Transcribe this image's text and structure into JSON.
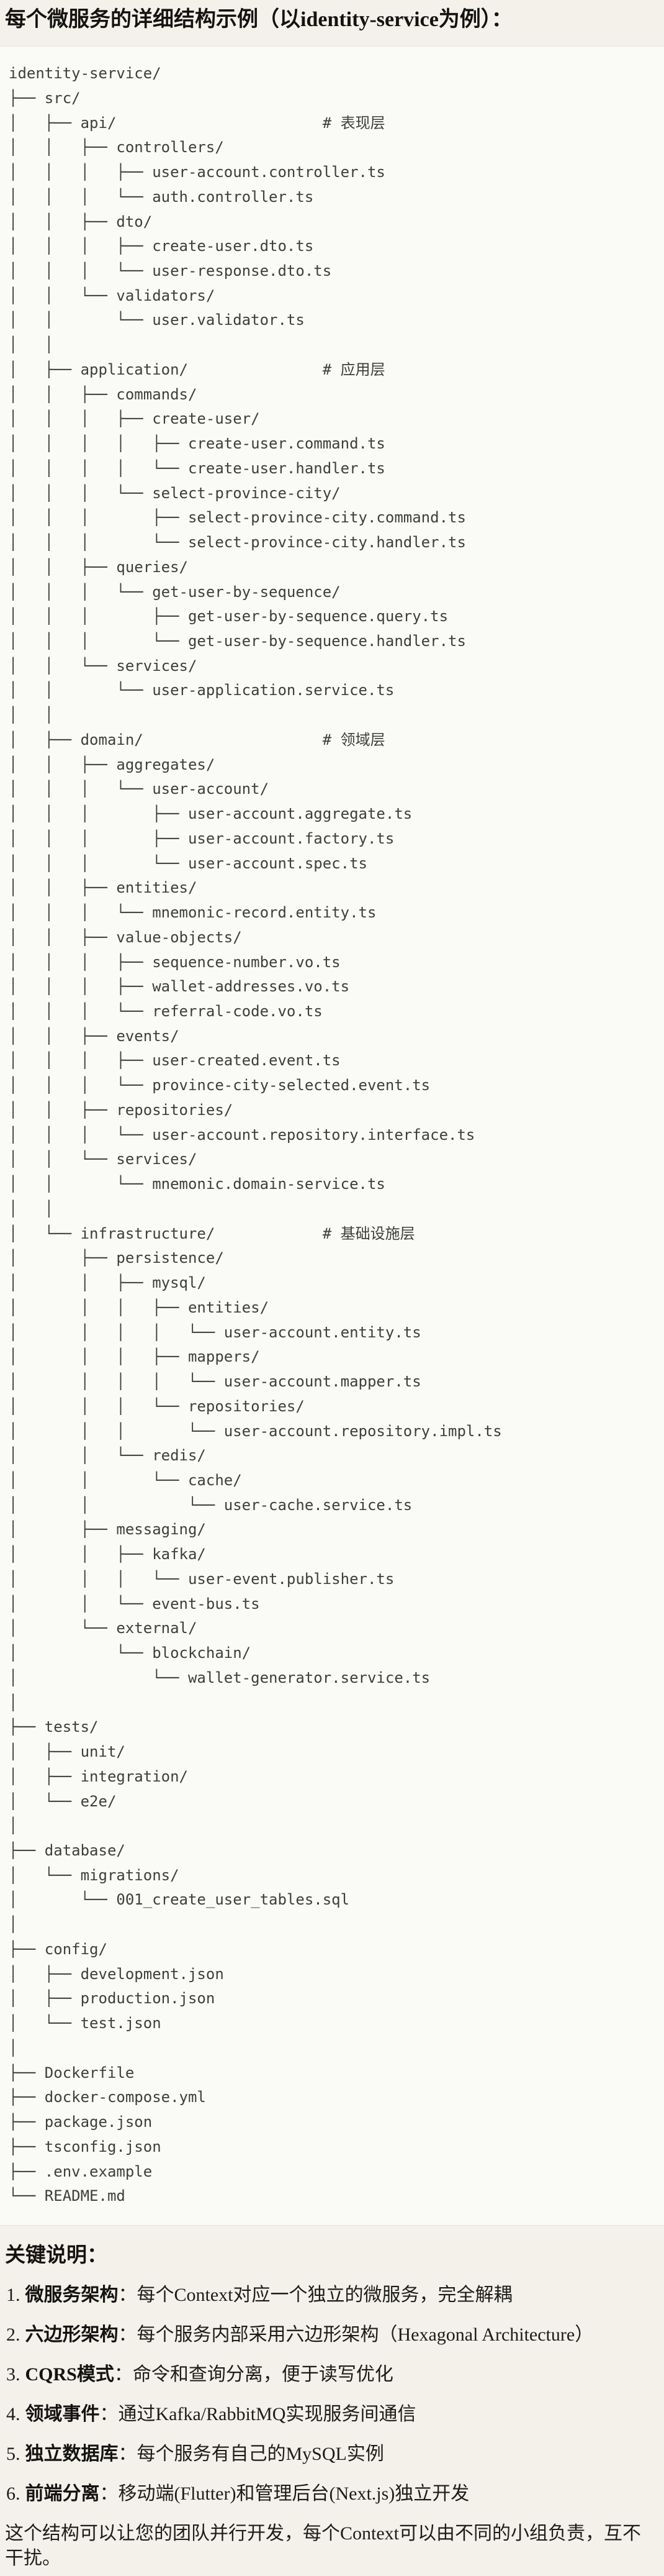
{
  "page": {
    "title": "每个微服务的详细结构示例（以identity-service为例）：",
    "background_color": "#f3f1ea"
  },
  "code_block": {
    "background_color": "#fafaf7",
    "border_color": "#e5e3db",
    "text_color": "#3f3e3a",
    "lines": [
      "identity-service/",
      "├── src/",
      "│   ├── api/                       # 表现层",
      "│   │   ├── controllers/",
      "│   │   │   ├── user-account.controller.ts",
      "│   │   │   └── auth.controller.ts",
      "│   │   ├── dto/",
      "│   │   │   ├── create-user.dto.ts",
      "│   │   │   └── user-response.dto.ts",
      "│   │   └── validators/",
      "│   │       └── user.validator.ts",
      "│   │",
      "│   ├── application/               # 应用层",
      "│   │   ├── commands/",
      "│   │   │   ├── create-user/",
      "│   │   │   │   ├── create-user.command.ts",
      "│   │   │   │   └── create-user.handler.ts",
      "│   │   │   └── select-province-city/",
      "│   │   │       ├── select-province-city.command.ts",
      "│   │   │       └── select-province-city.handler.ts",
      "│   │   ├── queries/",
      "│   │   │   └── get-user-by-sequence/",
      "│   │   │       ├── get-user-by-sequence.query.ts",
      "│   │   │       └── get-user-by-sequence.handler.ts",
      "│   │   └── services/",
      "│   │       └── user-application.service.ts",
      "│   │",
      "│   ├── domain/                    # 领域层",
      "│   │   ├── aggregates/",
      "│   │   │   └── user-account/",
      "│   │   │       ├── user-account.aggregate.ts",
      "│   │   │       ├── user-account.factory.ts",
      "│   │   │       └── user-account.spec.ts",
      "│   │   ├── entities/",
      "│   │   │   └── mnemonic-record.entity.ts",
      "│   │   ├── value-objects/",
      "│   │   │   ├── sequence-number.vo.ts",
      "│   │   │   ├── wallet-addresses.vo.ts",
      "│   │   │   └── referral-code.vo.ts",
      "│   │   ├── events/",
      "│   │   │   ├── user-created.event.ts",
      "│   │   │   └── province-city-selected.event.ts",
      "│   │   ├── repositories/",
      "│   │   │   └── user-account.repository.interface.ts",
      "│   │   └── services/",
      "│   │       └── mnemonic.domain-service.ts",
      "│   │",
      "│   └── infrastructure/            # 基础设施层",
      "│       ├── persistence/",
      "│       │   ├── mysql/",
      "│       │   │   ├── entities/",
      "│       │   │   │   └── user-account.entity.ts",
      "│       │   │   ├── mappers/",
      "│       │   │   │   └── user-account.mapper.ts",
      "│       │   │   └── repositories/",
      "│       │   │       └── user-account.repository.impl.ts",
      "│       │   └── redis/",
      "│       │       └── cache/",
      "│       │           └── user-cache.service.ts",
      "│       ├── messaging/",
      "│       │   ├── kafka/",
      "│       │   │   └── user-event.publisher.ts",
      "│       │   └── event-bus.ts",
      "│       └── external/",
      "│           └── blockchain/",
      "│               └── wallet-generator.service.ts",
      "│",
      "├── tests/",
      "│   ├── unit/",
      "│   ├── integration/",
      "│   └── e2e/",
      "│",
      "├── database/",
      "│   └── migrations/",
      "│       └── 001_create_user_tables.sql",
      "│",
      "├── config/",
      "│   ├── development.json",
      "│   ├── production.json",
      "│   └── test.json",
      "│",
      "├── Dockerfile",
      "├── docker-compose.yml",
      "├── package.json",
      "├── tsconfig.json",
      "├── .env.example",
      "└── README.md"
    ]
  },
  "notes": {
    "heading": "关键说明：",
    "items": [
      {
        "num": "1.",
        "term": "微服务架构",
        "text": "：每个Context对应一个独立的微服务，完全解耦"
      },
      {
        "num": "2.",
        "term": "六边形架构",
        "text": "：每个服务内部采用六边形架构（Hexagonal Architecture）"
      },
      {
        "num": "3.",
        "term": "CQRS模式",
        "text": "：命令和查询分离，便于读写优化"
      },
      {
        "num": "4.",
        "term": "领域事件",
        "text": "：通过Kafka/RabbitMQ实现服务间通信"
      },
      {
        "num": "5.",
        "term": "独立数据库",
        "text": "：每个服务有自己的MySQL实例"
      },
      {
        "num": "6.",
        "term": "前端分离",
        "text": "：移动端(Flutter)和管理后台(Next.js)独立开发"
      }
    ],
    "footer": "这个结构可以让您的团队并行开发，每个Context可以由不同的小组负责，互不干扰。"
  }
}
